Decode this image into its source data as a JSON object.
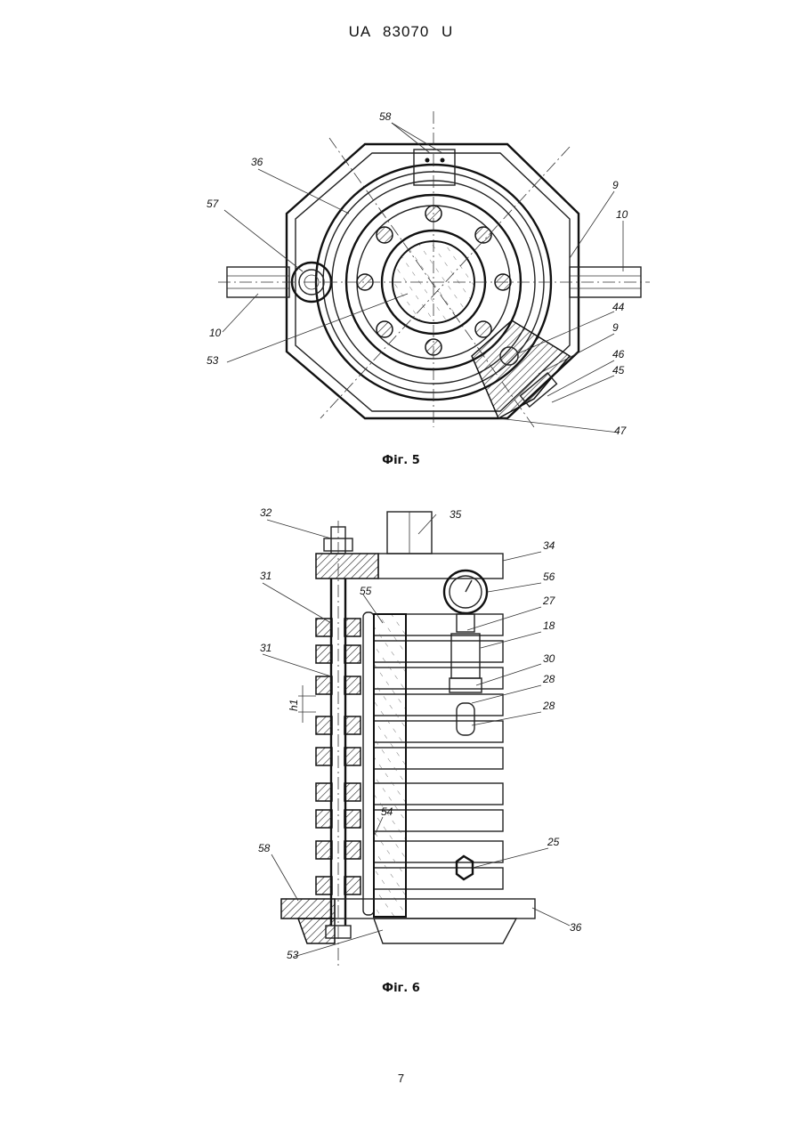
{
  "header": {
    "patent": "UA   83070   U"
  },
  "figure5": {
    "caption": "Фіг. 5",
    "labels": {
      "l58": "58",
      "l36": "36",
      "l9a": "9",
      "l10a": "10",
      "l57": "57",
      "l44": "44",
      "l9b": "9",
      "l10b": "10",
      "l53": "53",
      "l46": "46",
      "l45": "45",
      "l47": "47"
    }
  },
  "figure6": {
    "caption": "Фіг. 6",
    "labels": {
      "l32": "32",
      "l35": "35",
      "l34": "34",
      "l31a": "31",
      "l56": "56",
      "l55": "55",
      "l27": "27",
      "l18": "18",
      "l31b": "31",
      "l30": "30",
      "l28a": "28",
      "l28b": "28",
      "lh1": "h1",
      "l54": "54",
      "l25": "25",
      "l58": "58",
      "l36": "36",
      "l53": "53"
    }
  },
  "page_number": "7"
}
